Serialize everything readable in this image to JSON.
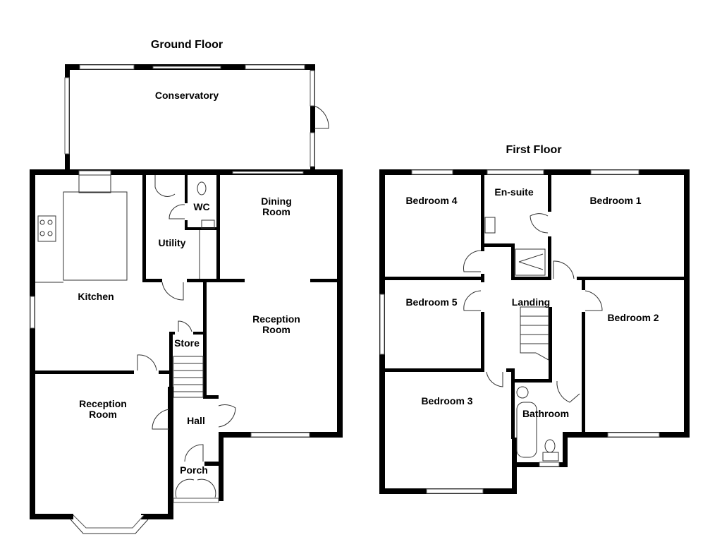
{
  "ground_floor": {
    "title": "Ground Floor",
    "rooms": {
      "conservatory": "Conservatory",
      "kitchen": "Kitchen",
      "utility": "Utility",
      "wc": "WC",
      "dining_room": [
        "Dining",
        "Room"
      ],
      "reception_room_right": [
        "Reception",
        "Room"
      ],
      "reception_room_left": [
        "Reception",
        "Room"
      ],
      "store": "Store",
      "hall": "Hall",
      "porch": "Porch"
    }
  },
  "first_floor": {
    "title": "First Floor",
    "rooms": {
      "bedroom_1": "Bedroom 1",
      "bedroom_2": "Bedroom 2",
      "bedroom_3": "Bedroom 3",
      "bedroom_4": "Bedroom 4",
      "bedroom_5": "Bedroom 5",
      "en_suite": "En-suite",
      "landing": "Landing",
      "bathroom": "Bathroom"
    }
  },
  "colors": {
    "wall": "#000000",
    "background": "#ffffff"
  }
}
